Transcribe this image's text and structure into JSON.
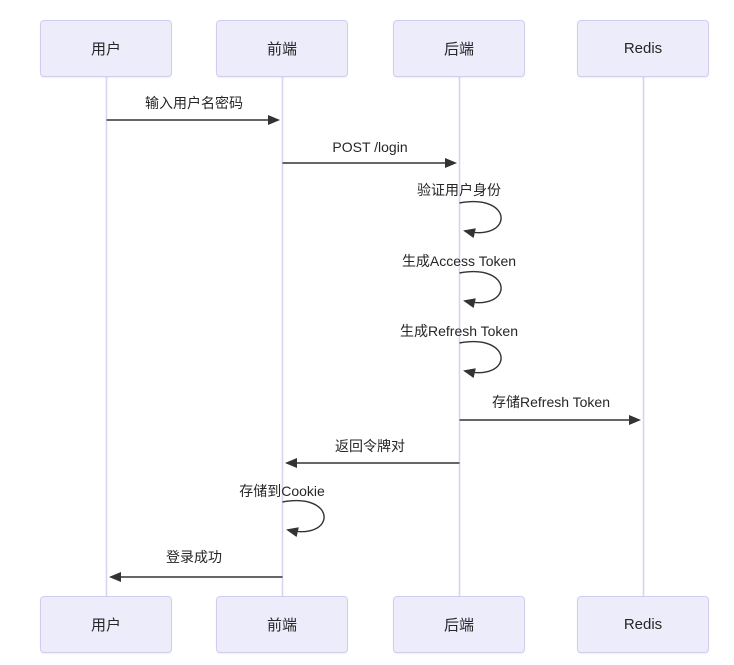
{
  "diagram": {
    "type": "sequence-diagram",
    "actors": [
      {
        "id": "user",
        "label": "用户"
      },
      {
        "id": "frontend",
        "label": "前端"
      },
      {
        "id": "backend",
        "label": "后端"
      },
      {
        "id": "redis",
        "label": "Redis"
      }
    ],
    "messages": [
      {
        "from": "用户",
        "to": "前端",
        "label": "输入用户名密码",
        "kind": "solid-arrow"
      },
      {
        "from": "前端",
        "to": "后端",
        "label": "POST /login",
        "kind": "solid-arrow"
      },
      {
        "from": "后端",
        "to": "后端",
        "label": "验证用户身份",
        "kind": "self-loop"
      },
      {
        "from": "后端",
        "to": "后端",
        "label": "生成Access Token",
        "kind": "self-loop"
      },
      {
        "from": "后端",
        "to": "后端",
        "label": "生成Refresh Token",
        "kind": "self-loop"
      },
      {
        "from": "后端",
        "to": "Redis",
        "label": "存储Refresh Token",
        "kind": "solid-arrow"
      },
      {
        "from": "后端",
        "to": "前端",
        "label": "返回令牌对",
        "kind": "solid-arrow"
      },
      {
        "from": "前端",
        "to": "前端",
        "label": "存储到Cookie",
        "kind": "self-loop"
      },
      {
        "from": "前端",
        "to": "用户",
        "label": "登录成功",
        "kind": "solid-arrow"
      }
    ],
    "colors": {
      "actor_fill": "#ececfb",
      "actor_border": "#d2cdf0",
      "lifeline": "#d9d3f0",
      "arrow": "#333333",
      "text": "#262626",
      "bg": "#ffffff"
    }
  }
}
